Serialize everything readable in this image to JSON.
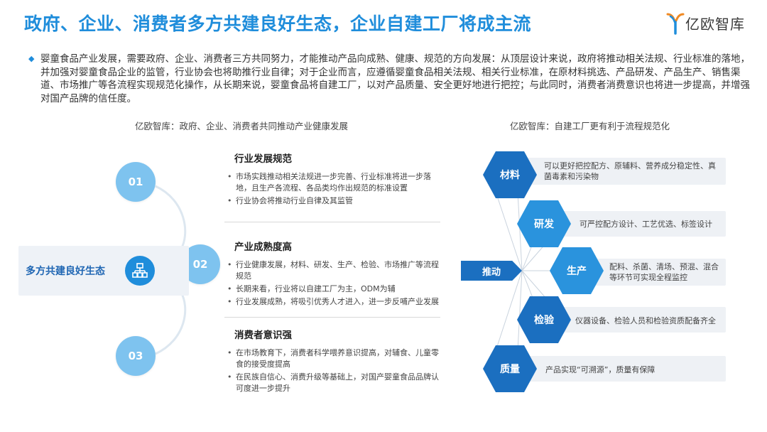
{
  "header": {
    "title": "政府、企业、消费者多方共建良好生态，企业自建工厂将成主流",
    "logo_text": "亿欧智库"
  },
  "intro": {
    "text": "婴童食品产业发展，需要政府、企业、消费者三方共同努力，才能推动产品向成熟、健康、规范的方向发展：从顶层设计来说，政府将推动相关法规、行业标准的落地，并加强对婴童食品企业的监管，行业协会也将助推行业自律；对于企业而言，应遵循婴童食品相关法规、相关行业标准，在原材料挑选、产品研发、产品生产、销售渠道、市场推广等各流程实现规范化操作，从长期来说，婴童食品将自建工厂，以对产品质量、安全更好地进行把控；与此同时，消费者消费意识也将进一步提高，并增强对国产品牌的信任度。"
  },
  "left_panel": {
    "subtitle": "亿欧智库：政府、企业、消费者共同推动产业健康发展",
    "center_label": "多方共建良好生态",
    "sections": [
      {
        "number": "01",
        "title": "行业发展规范",
        "bullets": [
          "市场实践推动相关法规进一步完善、行业标准将进一步落地，且生产各流程、各品类均作出规范的标准设置",
          "行业协会将推动行业自律及其监管"
        ]
      },
      {
        "number": "02",
        "title": "产业成熟度高",
        "bullets": [
          "行业健康发展，材料、研发、生产、检验、市场推广等流程规范",
          "长期来看，行业将以自建工厂为主，ODM为辅",
          "行业发展成熟，将吸引优秀人才进入，进一步反哺产业发展"
        ]
      },
      {
        "number": "03",
        "title": "消费者意识强",
        "bullets": [
          "在市场教育下，消费者科学喂养意识提高，对辅食、儿童零食的接受度提高",
          "在民族自信心、消费升级等基础上，对国产婴童食品品牌认可度进一步提升"
        ]
      }
    ]
  },
  "right_panel": {
    "subtitle": "亿欧智库：自建工厂更有利于流程规范化",
    "push_label": "推动",
    "steps": [
      {
        "label": "材料",
        "desc": "可以更好把控配方、原辅料、营养成分稳定性、真菌毒素和污染物"
      },
      {
        "label": "研发",
        "desc": "可严控配方设计、工艺优选、标签设计"
      },
      {
        "label": "生产",
        "desc": "配料、杀菌、清场、预混、混合等环节可实现全程监控"
      },
      {
        "label": "检验",
        "desc": "仪器设备、检验人员和检验资质配备齐全"
      },
      {
        "label": "质量",
        "desc": "产品实现“可溯源”，质量有保障"
      }
    ]
  },
  "colors": {
    "title_blue": "#1f8ddb",
    "circle_blue": "#7ec3ef",
    "hex_dark": "#1b6fc0",
    "hex_light": "#2a93dd",
    "panel_bg": "#eef1f5"
  }
}
